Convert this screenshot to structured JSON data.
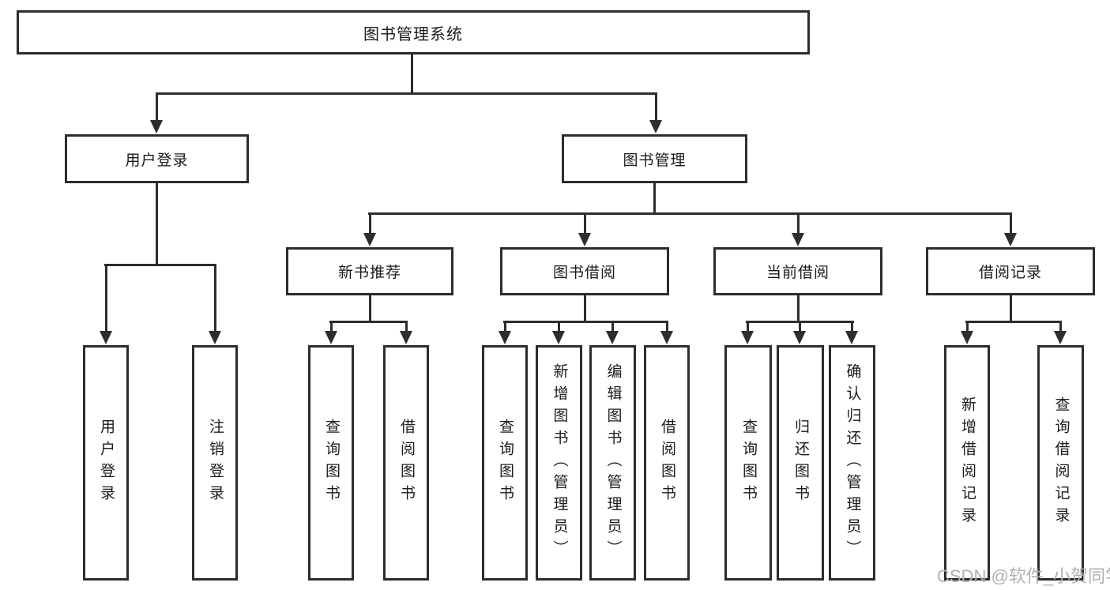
{
  "nodes": {
    "root": "图书管理系统",
    "user_login": "用户登录",
    "book_mgmt": "图书管理",
    "new_book": "新书推荐",
    "book_borrow": "图书借阅",
    "current_borrow": "当前借阅",
    "borrow_record": "借阅记录",
    "leaf_user_login": "用户登录",
    "leaf_logout": "注销登录",
    "nb_query": "查询图书",
    "nb_borrow": "借阅图书",
    "bb_query": "查询图书",
    "bb_add": "新增图书（管理员）",
    "bb_edit": "编辑图书（管理员）",
    "bb_borrow": "借阅图书",
    "cb_query": "查询图书",
    "cb_return": "归还图书",
    "cb_confirm": "确认归还（管理员）",
    "br_add": "新增借阅记录",
    "br_query": "查询借阅记录"
  },
  "edges": [
    {
      "parent": "图书管理系统",
      "children": [
        "用户登录",
        "图书管理"
      ]
    },
    {
      "parent": "用户登录",
      "children": [
        "用户登录",
        "注销登录"
      ]
    },
    {
      "parent": "图书管理",
      "children": [
        "新书推荐",
        "图书借阅",
        "当前借阅",
        "借阅记录"
      ]
    },
    {
      "parent": "新书推荐",
      "children": [
        "查询图书",
        "借阅图书"
      ]
    },
    {
      "parent": "图书借阅",
      "children": [
        "查询图书",
        "新增图书（管理员）",
        "编辑图书（管理员）",
        "借阅图书"
      ]
    },
    {
      "parent": "当前借阅",
      "children": [
        "查询图书",
        "归还图书",
        "确认归还（管理员）"
      ]
    },
    {
      "parent": "借阅记录",
      "children": [
        "新增借阅记录",
        "查询借阅记录"
      ]
    }
  ],
  "watermark": {
    "text": "CSDN @软件_小贺同学",
    "color": "#b0b0b0"
  },
  "colors": {
    "line": "#2d2d2d",
    "text": "#1b1b1b",
    "background": "#ffffff"
  }
}
